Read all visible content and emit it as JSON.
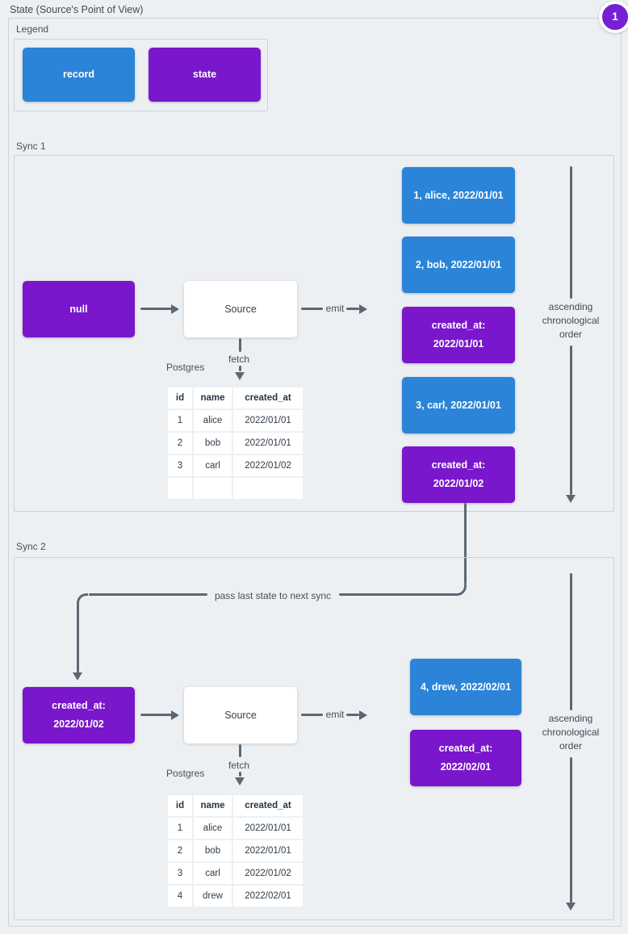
{
  "page": {
    "title": "State (Source's Point of View)",
    "badge": "1"
  },
  "colors": {
    "record_blue": "#2b84d8",
    "state_purple": "#7a16cc",
    "badge_purple": "#7520d2",
    "line_slate": "#5b6874",
    "background": "#edf0f3"
  },
  "legend": {
    "label": "Legend",
    "items": [
      {
        "label": "record"
      },
      {
        "label": "state"
      }
    ]
  },
  "sync1": {
    "label": "Sync 1",
    "input_state_label": "null",
    "source_label": "Source",
    "emit_label": "emit",
    "fetch_label": "fetch",
    "postgres_label": "Postgres",
    "table": {
      "headers": [
        "id",
        "name",
        "created_at"
      ],
      "rows": [
        [
          "1",
          "alice",
          "2022/01/01"
        ],
        [
          "2",
          "bob",
          "2022/01/01"
        ],
        [
          "3",
          "carl",
          "2022/01/02"
        ],
        [
          "",
          "",
          ""
        ]
      ]
    },
    "records": [
      {
        "type": "record",
        "label": "1, alice, 2022/01/01"
      },
      {
        "type": "record",
        "label": "2, bob, 2022/01/01"
      },
      {
        "type": "state",
        "label": "created_at:\n2022/01/01"
      },
      {
        "type": "record",
        "label": "3, carl, 2022/01/01"
      },
      {
        "type": "state",
        "label": "created_at:\n2022/01/02"
      }
    ],
    "order_note": "ascending\nchronological\norder"
  },
  "connector": {
    "label": "pass last state to next sync"
  },
  "sync2": {
    "label": "Sync 2",
    "input_state_label": "created_at:\n2022/01/02",
    "source_label": "Source",
    "emit_label": "emit",
    "fetch_label": "fetch",
    "postgres_label": "Postgres",
    "table": {
      "headers": [
        "id",
        "name",
        "created_at"
      ],
      "rows": [
        [
          "1",
          "alice",
          "2022/01/01"
        ],
        [
          "2",
          "bob",
          "2022/01/01"
        ],
        [
          "3",
          "carl",
          "2022/01/02"
        ],
        [
          "4",
          "drew",
          "2022/02/01"
        ]
      ]
    },
    "records": [
      {
        "type": "record",
        "label": "4, drew, 2022/02/01"
      },
      {
        "type": "state",
        "label": "created_at:\n2022/02/01"
      }
    ],
    "order_note": "ascending\nchronological\norder"
  }
}
